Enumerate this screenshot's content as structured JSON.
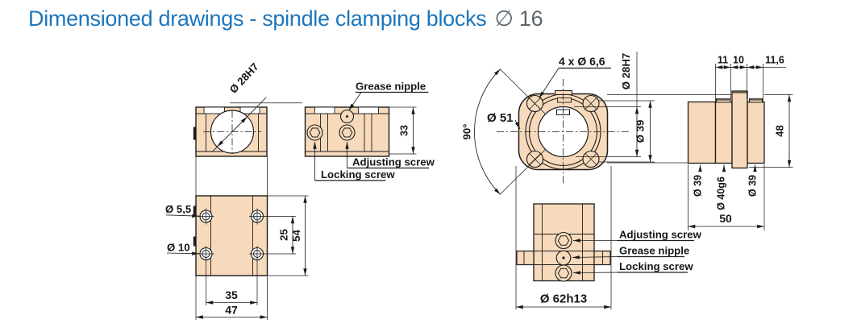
{
  "title": {
    "main": "Dimensioned drawings - spindle clamping blocks",
    "size": "∅ 16"
  },
  "colors": {
    "part_fill": "#f7dabb",
    "line": "#1c1c1c",
    "title_blue": "#1d76bb",
    "title_gray": "#5a646e",
    "dark_edge": "#6b5a49"
  },
  "views": {
    "front": {
      "bore_label": "Ø 28H7"
    },
    "top": {
      "grease_label": "Grease nipple",
      "adjusting_label": "Adjusting screw",
      "locking_label": "Locking screw",
      "height_dim": "33"
    },
    "bottom": {
      "small_hole": "Ø 5,5",
      "large_hole": "Ø 10",
      "hole_pitch_v": "25",
      "height_dim": "54",
      "hole_pitch_h": "35",
      "width_dim": "47"
    },
    "flange": {
      "bolt_holes": "4 x Ø 6,6",
      "bore_dim": "Ø 28H7",
      "pilot_dim": "Ø 39",
      "outer_dim": "Ø 51",
      "angle_dim": "90°"
    },
    "side": {
      "w1": "11",
      "w2": "10",
      "w3": "11,6",
      "height_dim": "48",
      "left_dia": "Ø 39",
      "mid_dia": "Ø 40g6",
      "right_dia": "Ø 39",
      "length_dim": "50"
    },
    "section": {
      "adjusting_label": "Adjusting screw",
      "grease_label": "Grease nipple",
      "locking_label": "Locking screw",
      "outer_dim": "Ø 62h13"
    }
  }
}
